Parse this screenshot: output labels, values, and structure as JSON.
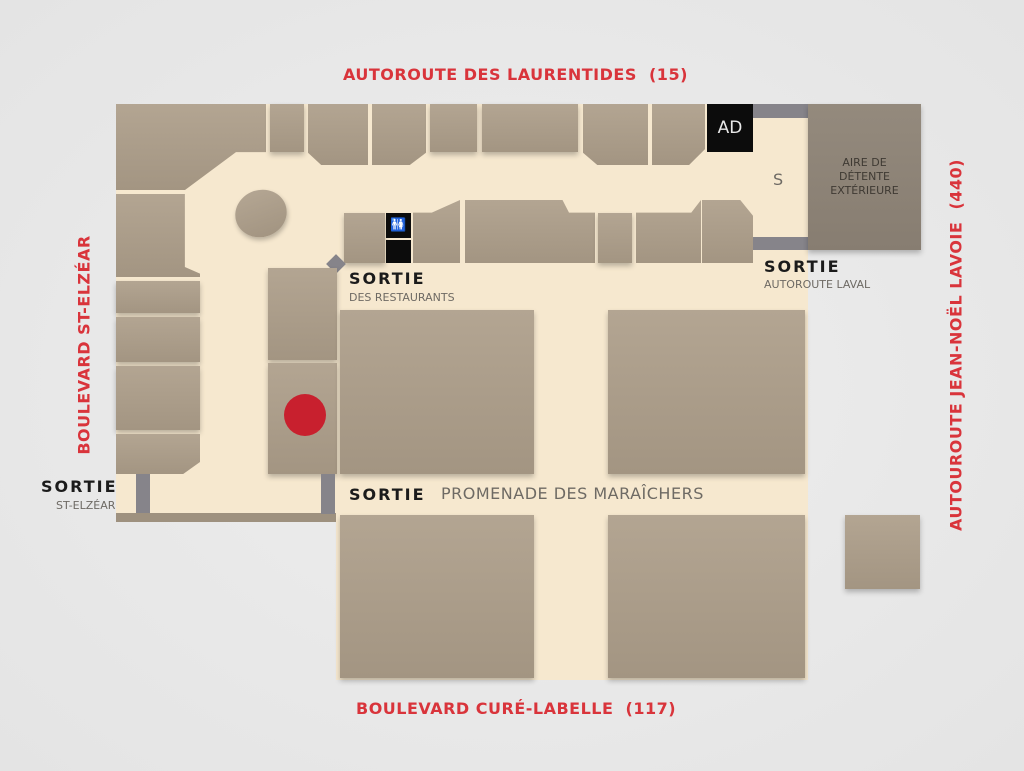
{
  "roads": {
    "north": "AUTOROUTE DES LAURENTIDES  (15)",
    "south": "BOULEVARD CURÉ-LABELLE  (117)",
    "west": "BOULEVARD ST-ELZÉAR",
    "east": "AUTOUROUTE JEAN-NOËL LAVOIE  (440)"
  },
  "exits": [
    {
      "title": "SORTIE",
      "subtitle": "DES RESTAURANTS"
    },
    {
      "title": "SORTIE",
      "subtitle": "AUTOROUTE LAVAL"
    },
    {
      "title": "SORTIE",
      "subtitle": "ST-ELZÉAR"
    },
    {
      "title": "SORTIE",
      "subtitle": "PROMENADE DES MARAÎCHERS"
    }
  ],
  "areas": {
    "ad_label": "AD",
    "s_label": "S",
    "lounge_line1": "AIRE DE",
    "lounge_line2": "DÉTENTE",
    "lounge_line3": "EXTÉRIEURE"
  },
  "colors": {
    "road": "#d9343b",
    "marker": "#c8202e",
    "floor": "#f6e8cf",
    "store": "#a89a87"
  }
}
